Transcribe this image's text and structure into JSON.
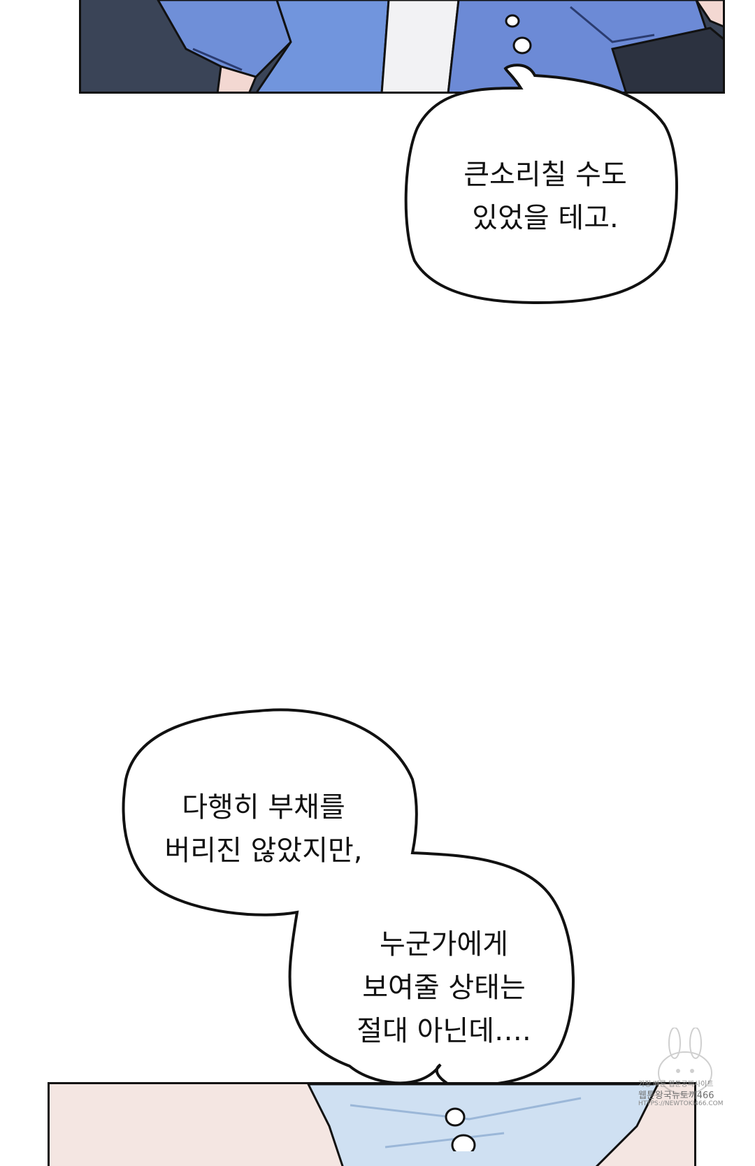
{
  "bubbles": {
    "top": {
      "text": "큰소리칠 수도\n있었을 테고."
    },
    "bottom_first": {
      "text": "다행히 부채를\n버리진 않았지만,"
    },
    "bottom_second": {
      "text": "누군가에게\n보여줄 상태는\n절대 아닌데…."
    }
  },
  "watermark": {
    "line1": "가장 빠른 웹툰공짜사이트",
    "line2": "웹툰왕국뉴토끼466",
    "line3": "HTTPS://NEWTOKI466.COM"
  },
  "colors": {
    "panel_border": "#111111",
    "jacket_blue": "#6f8fd8",
    "dark_background": "#3c4659",
    "shirt_white": "#f2f2f4",
    "skin": "#f3d8d2"
  }
}
